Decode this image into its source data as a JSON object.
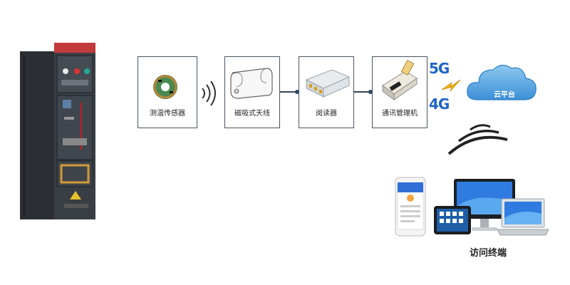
{
  "nodes": {
    "sensor": {
      "label": "测温传感器"
    },
    "antenna": {
      "label": "磁吸式天线"
    },
    "reader": {
      "label": "阅读器"
    },
    "gateway": {
      "label": "通讯管理机"
    }
  },
  "network": {
    "badge_5g": "5G",
    "badge_4g": "4G"
  },
  "cloud": {
    "label": "云平台"
  },
  "terminals": {
    "label": "访问终端"
  },
  "colors": {
    "network_badge": "#1f64c8",
    "cloud": "#5aa9e6",
    "connector": "#33475b",
    "node_border": "#4a5560"
  }
}
